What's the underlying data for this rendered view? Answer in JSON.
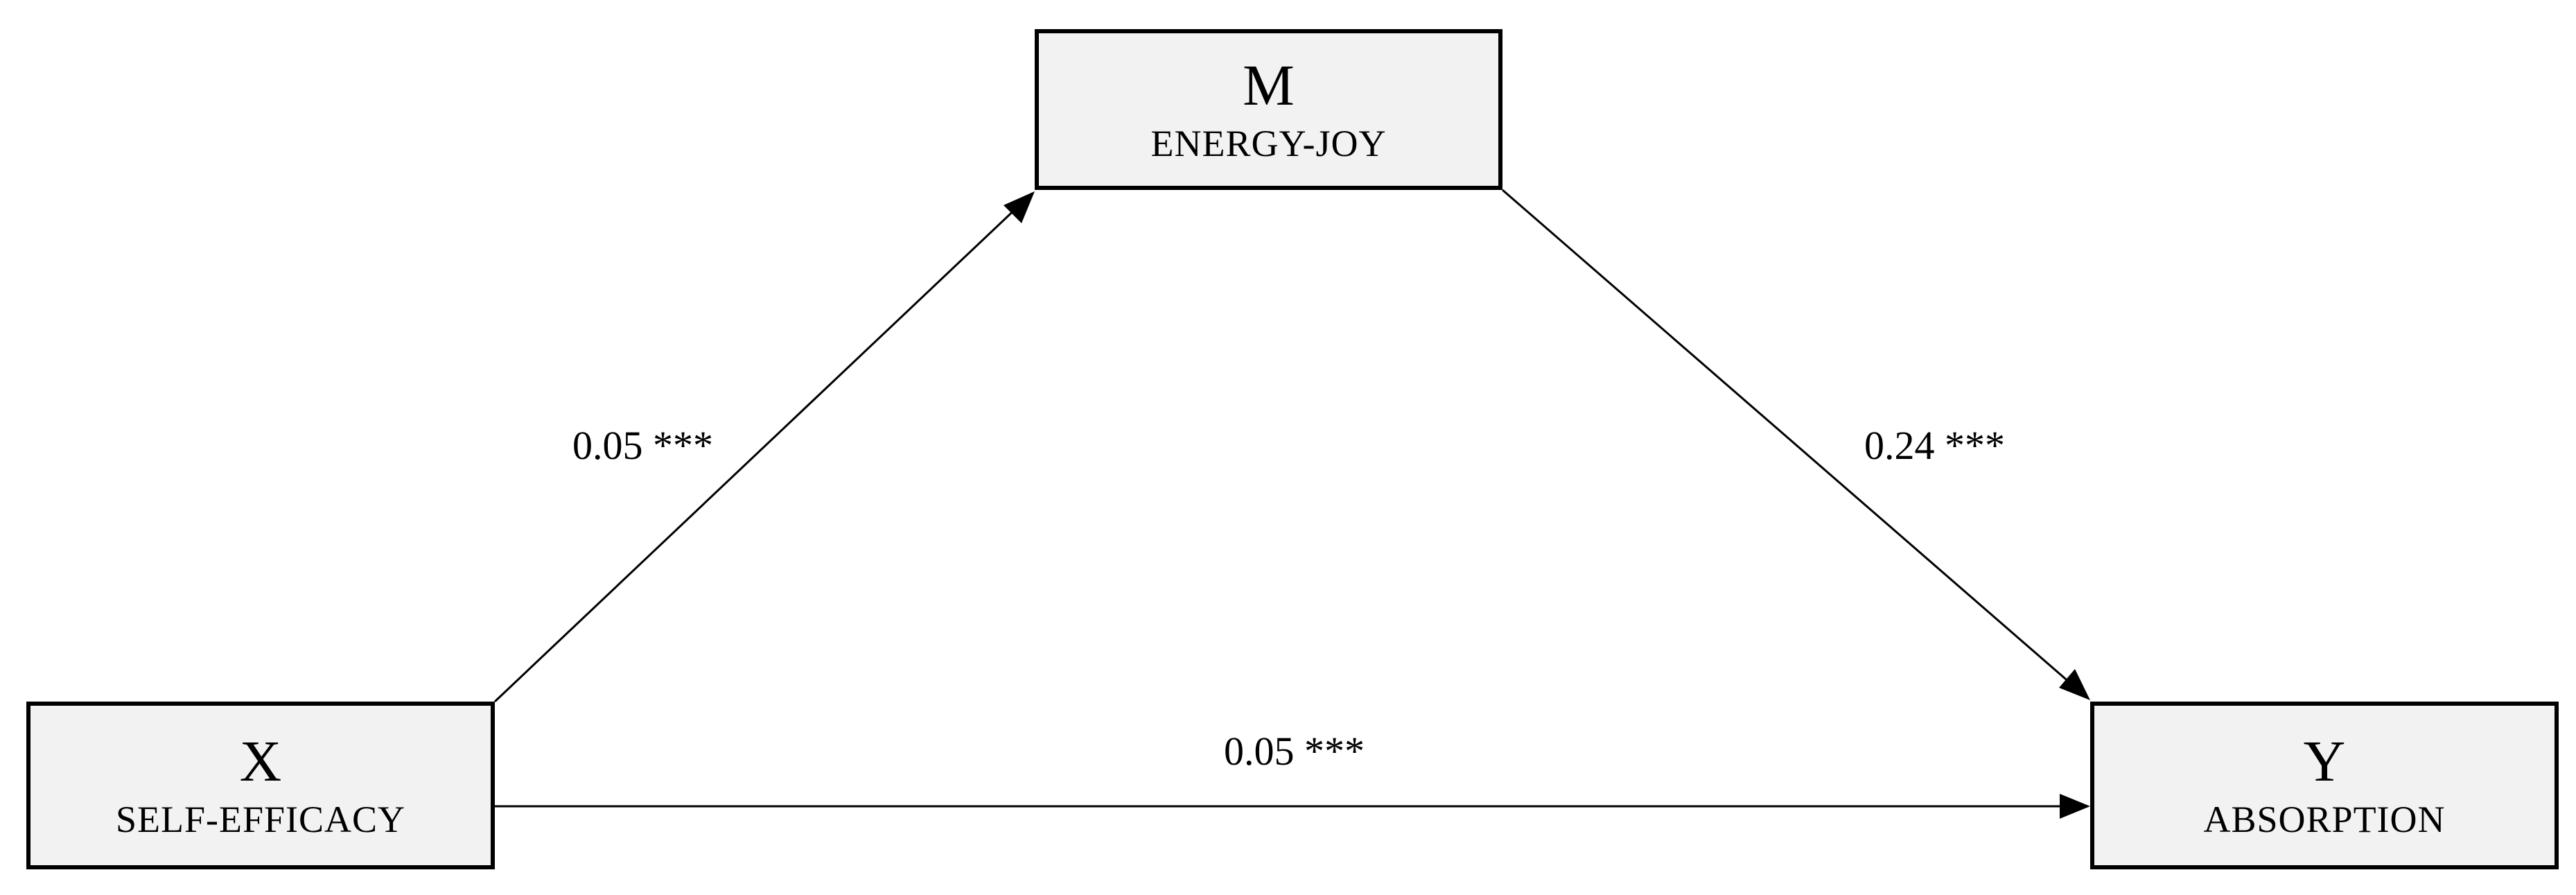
{
  "nodes": {
    "mediator": {
      "letter": "M",
      "name": "ENERGY-JOY"
    },
    "predictor": {
      "letter": "X",
      "name": "SELF-EFFICACY"
    },
    "outcome": {
      "letter": "Y",
      "name": "ABSORPTION"
    }
  },
  "paths": {
    "x_to_m": "0.05 ***",
    "m_to_y": "0.24 ***",
    "x_to_y": "0.05 ***"
  },
  "colors": {
    "box_fill": "#f2f2f2",
    "stroke": "#000000"
  }
}
